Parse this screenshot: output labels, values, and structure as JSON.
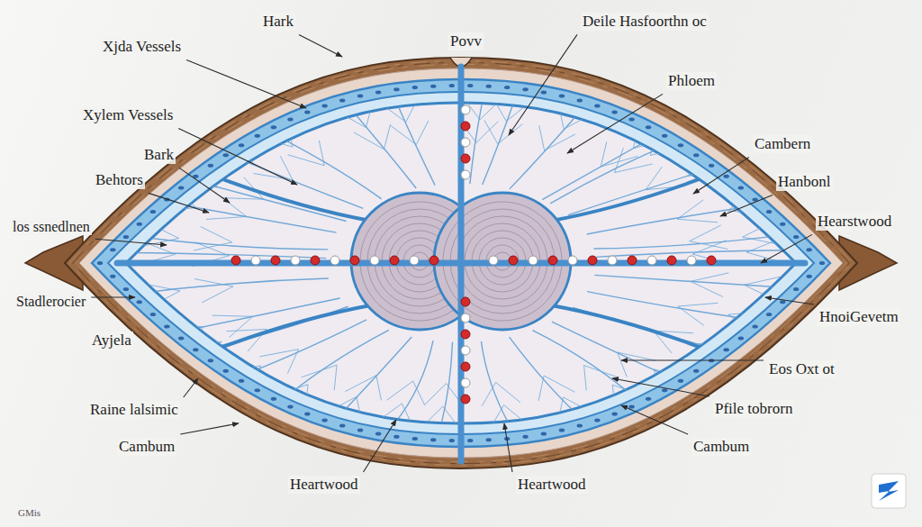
{
  "diagram": {
    "labels": [
      "Hark",
      "Povv",
      "Deile Hasfoorthn oc",
      "Xjda Vessels",
      "Xylem Vessels",
      "Bark",
      "Behtors",
      "los ssnedlnen",
      "Stadlerocier",
      "Ayjela",
      "Raine lalsimic",
      "Cambum",
      "Heartwood",
      "Phloem",
      "Cambern",
      "Hanbonl",
      "Hearstwood",
      "HnoiGevetm",
      "Eos Oxt ot",
      "Pfile tobrorn",
      "Cambum",
      "Heartwood",
      "GMis"
    ]
  }
}
